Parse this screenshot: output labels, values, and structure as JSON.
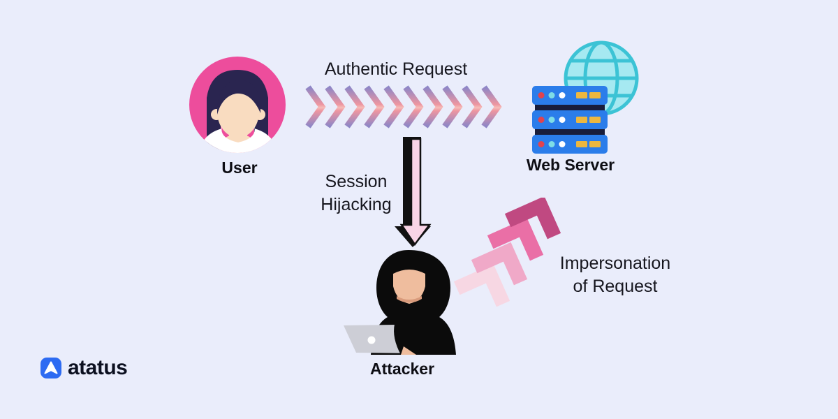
{
  "page": {
    "background_color": "#EAEDFB"
  },
  "brand": {
    "name": "atatus",
    "logo_icon": "atatus-arrow-icon",
    "logo_color": "#2D6BF2",
    "text_color": "#0C1020"
  },
  "diagram": {
    "type": "flow",
    "nodes": [
      {
        "id": "user",
        "label": "User",
        "icon": "woman-avatar-icon",
        "accent": "#ED4D9C"
      },
      {
        "id": "web-server",
        "label": "Web Server",
        "icon": "server-stack-globe-icon",
        "accent": "#2B7DEA",
        "globe_color": "#A6E9F1",
        "globe_line_color": "#3CC3D5"
      },
      {
        "id": "attacker",
        "label": "Attacker",
        "icon": "hooded-hacker-icon",
        "accent": "#0B0B0B"
      }
    ],
    "flows": [
      {
        "id": "authentic-request",
        "label": "Authentic Request",
        "from": "user",
        "to": "web-server",
        "arrow_style": "chevron-right-row",
        "chevron_count": 10,
        "chevron_gradient": [
          "#8D86C7",
          "#EE96A0",
          "#F6BDB9",
          "#EE96A0",
          "#8D86C7"
        ]
      },
      {
        "id": "session-hijacking",
        "label": "Session Hijacking",
        "from": "authentic-request",
        "to": "attacker",
        "arrow_style": "block-arrow-down",
        "arrow_fill": "#F9D4E6",
        "arrow_outline": "#111111"
      },
      {
        "id": "impersonation-of-request",
        "label": "Impersonation of Request",
        "from": "attacker",
        "to": "web-server",
        "arrow_style": "corner-chevrons-up-right",
        "chevron_count": 4,
        "chevron_colors": [
          "#F7D7E3",
          "#F0A9C8",
          "#EA6FA6",
          "#C04981"
        ]
      }
    ]
  }
}
